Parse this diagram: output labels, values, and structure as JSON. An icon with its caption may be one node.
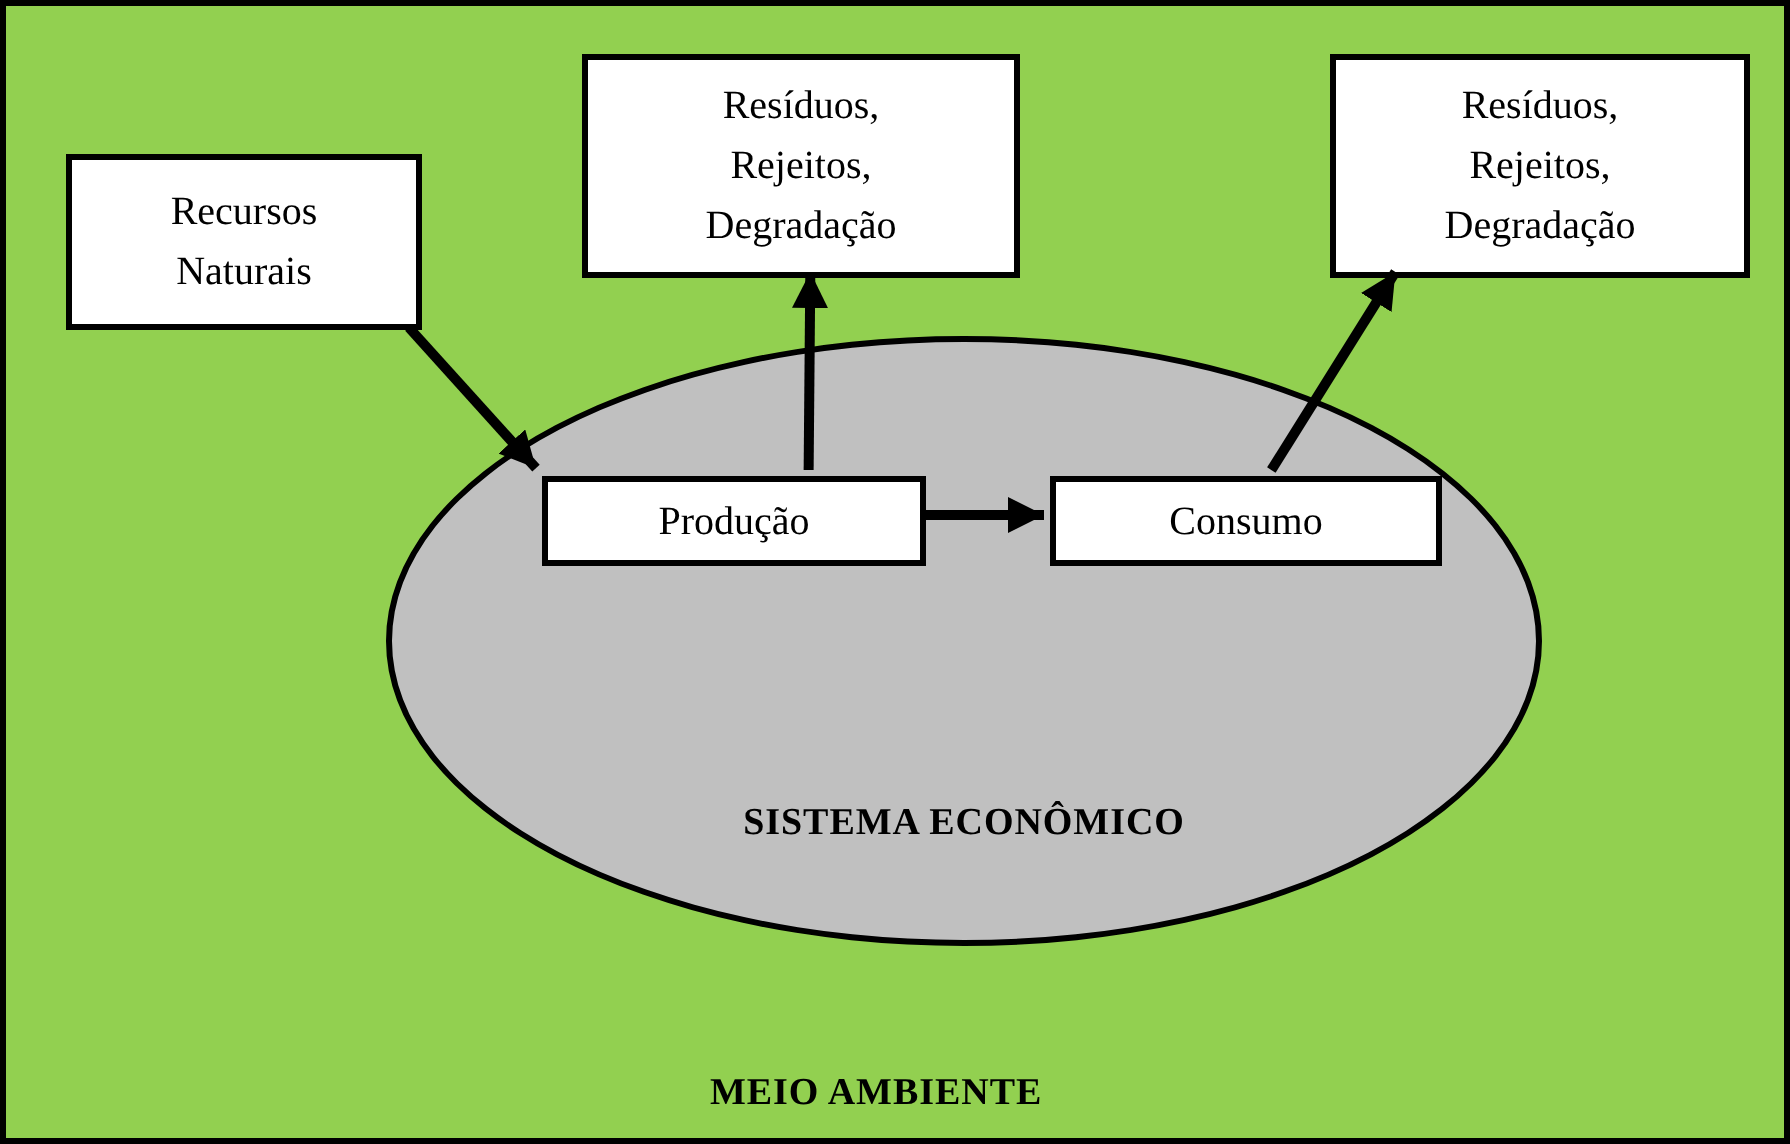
{
  "diagram": {
    "nodes": [
      {
        "text": [
          "MEIO AMBIENTE"
        ]
      },
      {
        "text": [
          "Recursos Naturais"
        ],
        "in": 0
      },
      {
        "text": [
          "Resíduos, Rejeitos, Degradação"
        ],
        "in": 0
      },
      {
        "text": [
          "Resíduos, Rejeitos, Degradação"
        ],
        "in": 0
      },
      {
        "text": [
          "SISTEMA ECONÔMICO"
        ],
        "in": 0
      },
      {
        "text": [
          "Produção"
        ],
        "in": 4
      },
      {
        "text": [
          "Consumo"
        ],
        "in": 4
      }
    ],
    "edges": [
      {
        "from": 1,
        "to": 5,
        "arrow": "to"
      },
      {
        "from": 5,
        "to": 2,
        "arrow": "to"
      },
      {
        "from": 5,
        "to": 6,
        "arrow": "to"
      },
      {
        "from": 6,
        "to": 3,
        "arrow": "to"
      }
    ]
  }
}
